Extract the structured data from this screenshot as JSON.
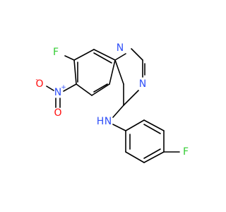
{
  "molecule": {
    "atoms": {
      "f1": "F",
      "n_ring_top": "N",
      "n_ring_right": "N",
      "n_nitro": "N",
      "n_nitro_charge": "+",
      "o_nitro_left": "O",
      "o_nitro_left_charge": "-",
      "o_nitro_bottom": "O",
      "nh_h": "H",
      "nh_n": "N",
      "f2": "F"
    },
    "colors": {
      "bond": "#000000",
      "fluorine": "#33cc33",
      "nitrogen": "#3050f8",
      "oxygen": "#ff0d0d"
    }
  }
}
